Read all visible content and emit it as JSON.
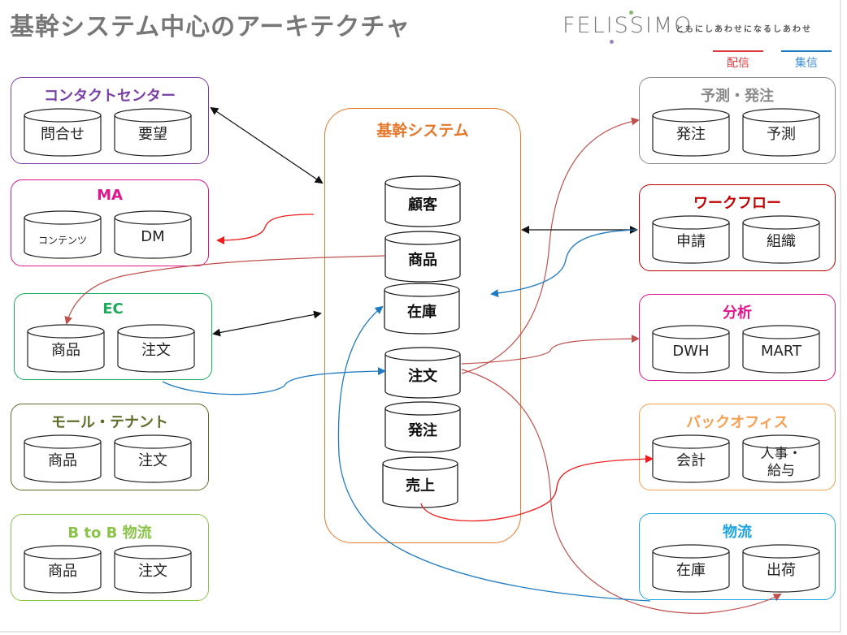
{
  "title": "基幹システム中心のアーキテクチャ",
  "logo": {
    "brand": "FELISSIMO",
    "tagline": "ともにしあわせになるしあわせ"
  },
  "legend": [
    {
      "label": "配信",
      "color": "#e0393e"
    },
    {
      "label": "集信",
      "color": "#1f7bc1"
    }
  ],
  "core": {
    "title": "基幹システム",
    "color": "#e5782a",
    "stores": [
      "顧客",
      "商品",
      "在庫",
      "注文",
      "発注",
      "売上"
    ]
  },
  "left_groups": [
    {
      "title": "コンタクトセンター",
      "color": "#7a3fa6",
      "stores": [
        "問合せ",
        "要望"
      ]
    },
    {
      "title": "MA",
      "color": "#e0148c",
      "stores": [
        "コンテンツ",
        "DM"
      ]
    },
    {
      "title": "EC",
      "color": "#1bab5a",
      "stores": [
        "商品",
        "注文"
      ]
    },
    {
      "title": "モール・テナント",
      "color": "#5d6e2a",
      "stores": [
        "商品",
        "注文"
      ]
    },
    {
      "title": "B to B 物流",
      "color": "#8bc34a",
      "stores": [
        "商品",
        "注文"
      ]
    }
  ],
  "right_groups": [
    {
      "title": "予測・発注",
      "color": "#8a8a8a",
      "stores": [
        "発注",
        "予測"
      ]
    },
    {
      "title": "ワークフロー",
      "color": "#c00000",
      "stores": [
        "申請",
        "組織"
      ]
    },
    {
      "title": "分析",
      "color": "#e0148c",
      "stores": [
        "DWH",
        "MART"
      ]
    },
    {
      "title": "バックオフィス",
      "color": "#f4a050",
      "stores": [
        "会計",
        "人事・\n給与"
      ]
    },
    {
      "title": "物流",
      "color": "#1ea4e0",
      "stores": [
        "在庫",
        "出荷"
      ]
    }
  ],
  "flows": [
    {
      "from": "コンタクトセンター",
      "to": "基幹システム",
      "type": "bidirectional",
      "color": "#111111"
    },
    {
      "from": "基幹システム",
      "to": "MA",
      "type": "配信",
      "color": "#ee1c1c"
    },
    {
      "from": "基幹システム.商品",
      "to": "EC.商品",
      "type": "配信",
      "color": "#c0504d"
    },
    {
      "from": "EC",
      "to": "基幹システム",
      "type": "bidirectional",
      "color": "#111111"
    },
    {
      "from": "EC.注文",
      "to": "基幹システム.注文",
      "type": "集信",
      "color": "#1f7bc1"
    },
    {
      "from": "基幹システム.注文",
      "to": "予測・発注",
      "type": "配信",
      "color": "#c0504d"
    },
    {
      "from": "基幹システム",
      "to": "ワークフロー",
      "type": "bidirectional",
      "color": "#111111"
    },
    {
      "from": "ワークフロー",
      "to": "基幹システム",
      "type": "集信",
      "color": "#1f7bc1"
    },
    {
      "from": "基幹システム.注文",
      "to": "分析",
      "type": "配信",
      "color": "#c0504d"
    },
    {
      "from": "基幹システム.売上",
      "to": "バックオフィス.会計",
      "type": "配信",
      "color": "#ee1c1c"
    },
    {
      "from": "基幹システム.注文",
      "to": "物流.出荷",
      "type": "配信",
      "color": "#c0504d"
    },
    {
      "from": "物流",
      "to": "基幹システム.在庫",
      "type": "集信",
      "color": "#1f7bc1"
    }
  ]
}
